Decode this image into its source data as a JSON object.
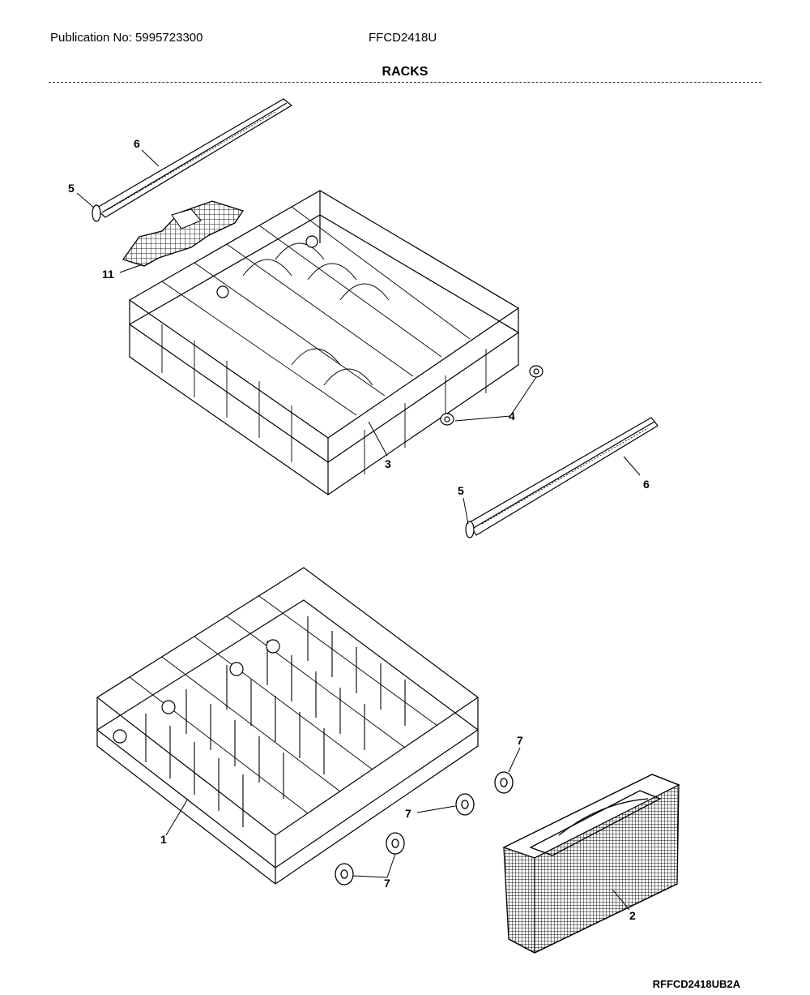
{
  "header": {
    "publication": "Publication No: 5995723300",
    "model": "FFCD2418U",
    "section_title": "RACKS"
  },
  "footer": {
    "diagram_code": "RFFCD2418UB2A"
  },
  "callouts": [
    "5",
    "6",
    "11",
    "4",
    "3",
    "5",
    "6",
    "7",
    "7",
    "1",
    "7",
    "2"
  ]
}
